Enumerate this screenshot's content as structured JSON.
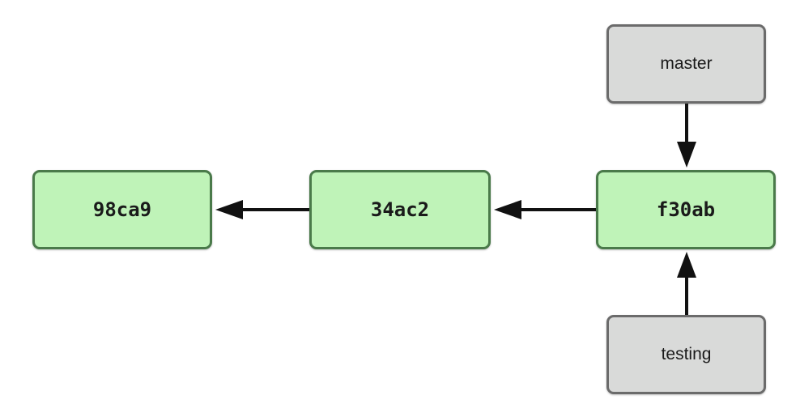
{
  "commits": [
    {
      "id": "98ca9"
    },
    {
      "id": "34ac2"
    },
    {
      "id": "f30ab"
    }
  ],
  "branches": [
    {
      "name": "master",
      "points_to": "f30ab"
    },
    {
      "name": "testing",
      "points_to": "f30ab"
    }
  ],
  "colors": {
    "commit_fill": "#bff3b8",
    "commit_border": "#4a7a4a",
    "branch_fill": "#d9dad9",
    "branch_border": "#6b6b6b",
    "arrow": "#111111"
  }
}
